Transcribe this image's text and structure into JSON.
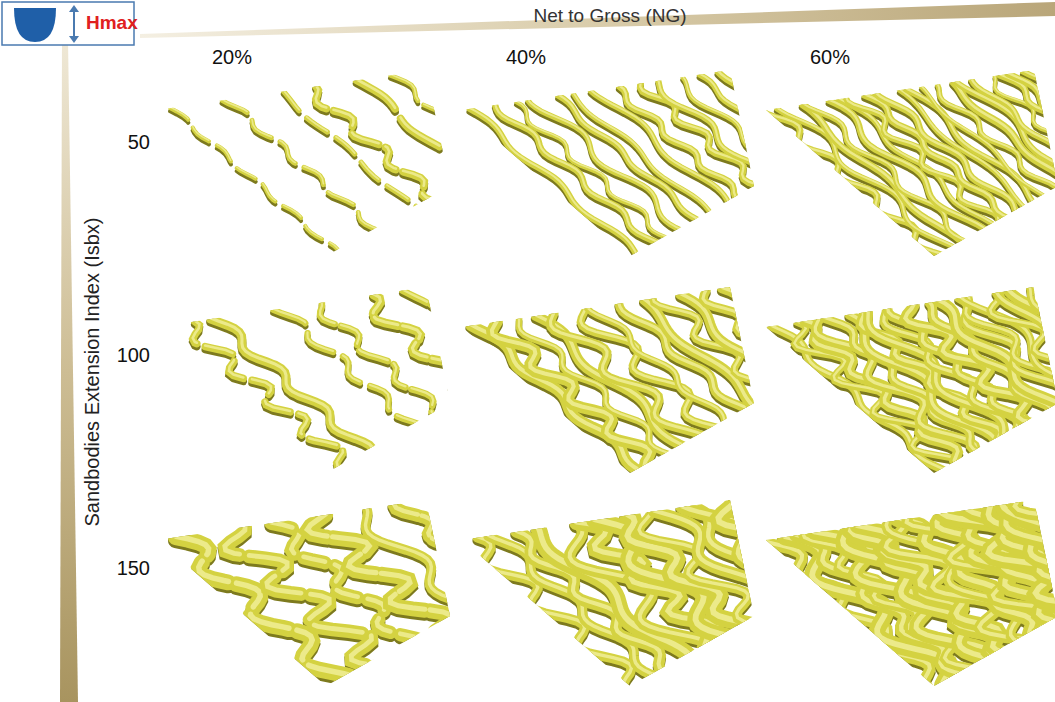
{
  "diagram": {
    "labels": [
      "Hmax",
      "Net to Gross (NG)",
      "20%",
      "40%",
      "60%",
      "Sandbodies Extension Index (Isbx)",
      "50",
      "100",
      "150"
    ]
  }
}
